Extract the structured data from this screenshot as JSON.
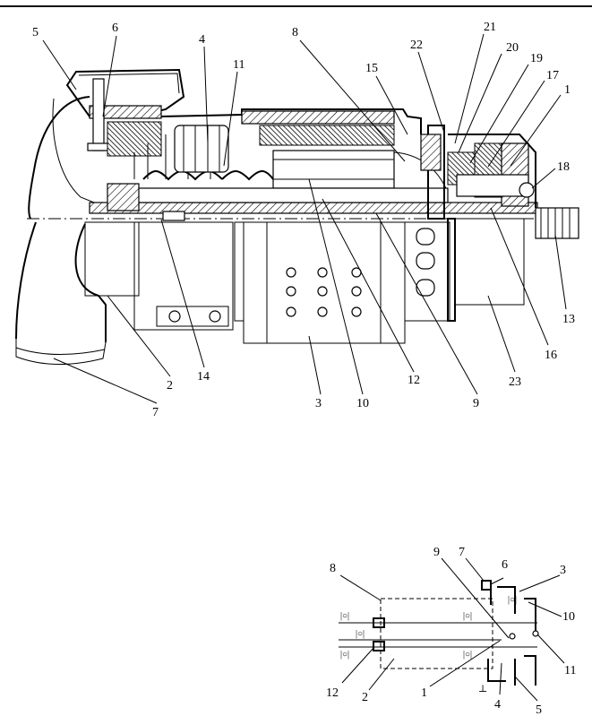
{
  "top_figure": {
    "callouts": [
      {
        "id": "c5",
        "text": "5"
      },
      {
        "id": "c6",
        "text": "6"
      },
      {
        "id": "c4",
        "text": "4"
      },
      {
        "id": "c11",
        "text": "11"
      },
      {
        "id": "c8",
        "text": "8"
      },
      {
        "id": "c15",
        "text": "15"
      },
      {
        "id": "c22",
        "text": "22"
      },
      {
        "id": "c21",
        "text": "21"
      },
      {
        "id": "c20",
        "text": "20"
      },
      {
        "id": "c19",
        "text": "19"
      },
      {
        "id": "c17",
        "text": "17"
      },
      {
        "id": "c1",
        "text": "1"
      },
      {
        "id": "c18",
        "text": "18"
      },
      {
        "id": "c13",
        "text": "13"
      },
      {
        "id": "c16",
        "text": "16"
      },
      {
        "id": "c23",
        "text": "23"
      },
      {
        "id": "c9",
        "text": "9"
      },
      {
        "id": "c12",
        "text": "12"
      },
      {
        "id": "c10",
        "text": "10"
      },
      {
        "id": "c3",
        "text": "3"
      },
      {
        "id": "c14",
        "text": "14"
      },
      {
        "id": "c2",
        "text": "2"
      },
      {
        "id": "c7",
        "text": "7"
      }
    ]
  },
  "bottom_figure": {
    "callouts": [
      {
        "id": "b9",
        "text": "9"
      },
      {
        "id": "b7",
        "text": "7"
      },
      {
        "id": "b6",
        "text": "6"
      },
      {
        "id": "b8",
        "text": "8"
      },
      {
        "id": "b3",
        "text": "3"
      },
      {
        "id": "b10",
        "text": "10"
      },
      {
        "id": "b11",
        "text": "11"
      },
      {
        "id": "b12",
        "text": "12"
      },
      {
        "id": "b2",
        "text": "2"
      },
      {
        "id": "b1",
        "text": "1"
      },
      {
        "id": "b4",
        "text": "4"
      },
      {
        "id": "b5",
        "text": "5"
      }
    ]
  }
}
